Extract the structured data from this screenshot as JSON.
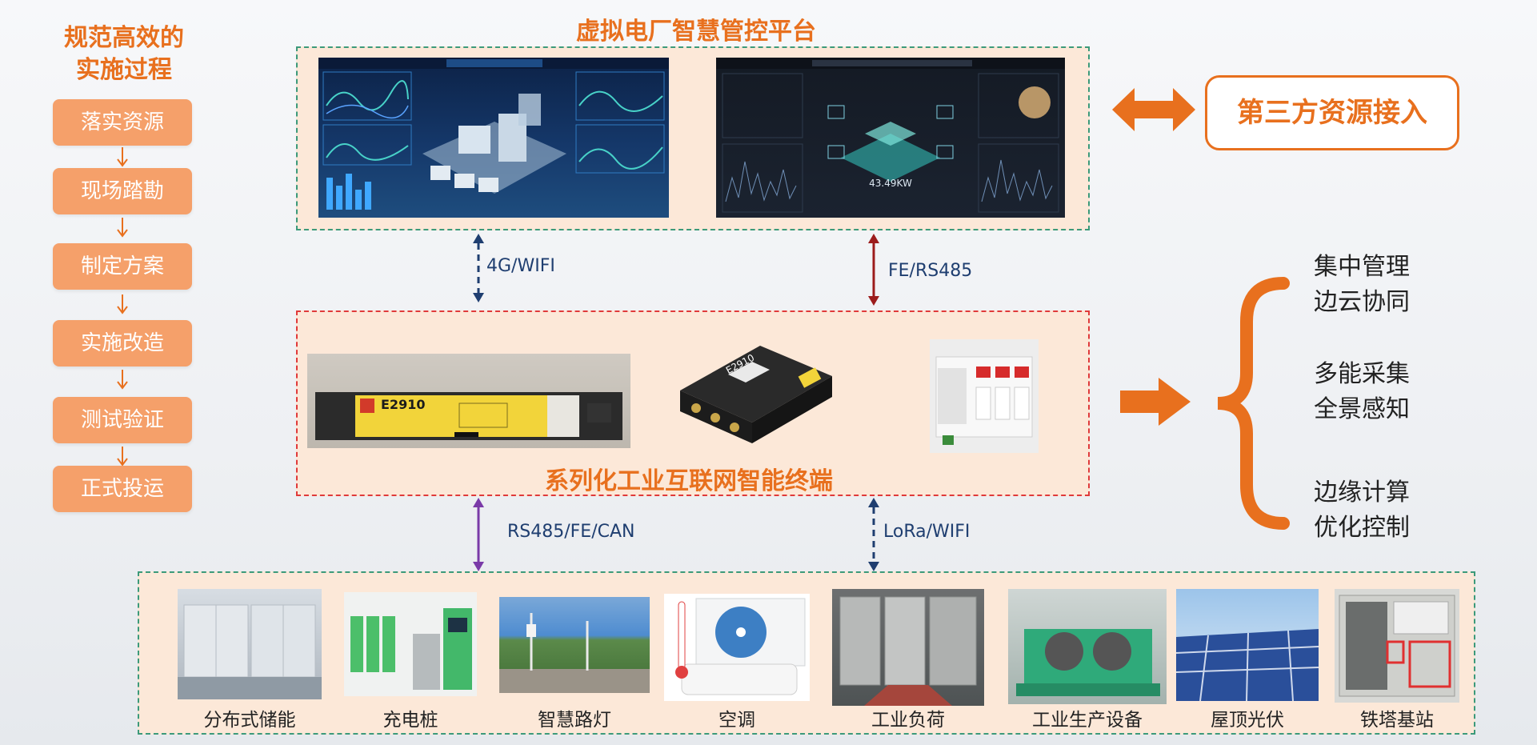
{
  "process": {
    "title_line1": "规范高效的",
    "title_line2": "实施过程",
    "steps": [
      "落实资源",
      "现场踏勘",
      "制定方案",
      "实施改造",
      "测试验证",
      "正式投运"
    ]
  },
  "platform": {
    "title": "虚拟电厂智慧管控平台",
    "dashboard2_value": "43.49KW"
  },
  "third_party": {
    "label": "第三方资源接入"
  },
  "links": {
    "left_top": "4G/WIFI",
    "right_top": "FE/RS485",
    "left_bottom": "RS485/FE/CAN",
    "right_bottom": "LoRa/WIFI"
  },
  "terminal": {
    "title": "系列化工业互联网智能终端",
    "device1_model": "E2910",
    "device2_model": "E2910"
  },
  "features": {
    "group1": [
      "集中管理",
      "边云协同"
    ],
    "group2": [
      "多能采集",
      "全景感知"
    ],
    "group3": [
      "边缘计算",
      "优化控制"
    ]
  },
  "devices": [
    "分布式储能",
    "充电桩",
    "智慧路灯",
    "空调",
    "工业负荷",
    "工业生产设备",
    "屋顶光伏",
    "铁塔基站"
  ],
  "colors": {
    "accent": "#e8701e",
    "step_fill": "#f5a06a",
    "box_fill": "#fce8d8",
    "green_border": "#3c9a7a",
    "red_border": "#e03a3a"
  }
}
